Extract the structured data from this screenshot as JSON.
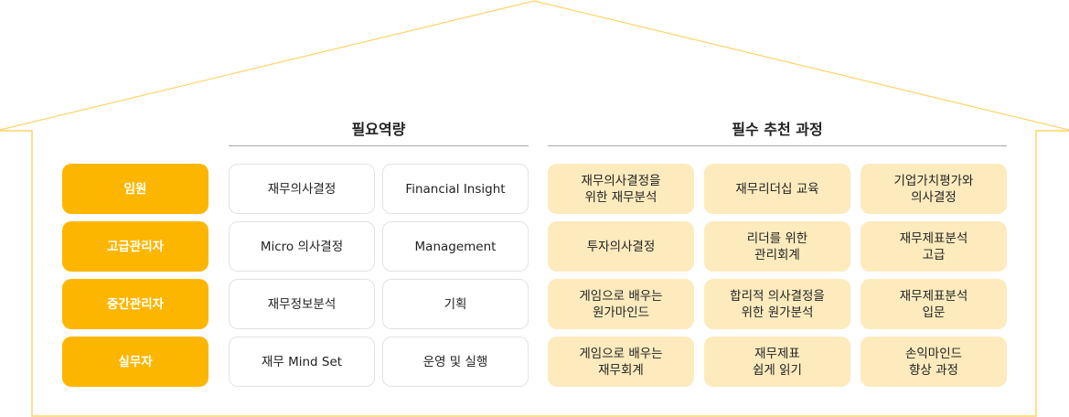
{
  "headers": {
    "competency": "필요역량",
    "courses": "필수 추천 과정"
  },
  "levels": [
    "임원",
    "고급관리자",
    "중간관리자",
    "실무자"
  ],
  "competencies": [
    [
      "재무의사결정",
      "Financial Insight"
    ],
    [
      "Micro 의사결정",
      "Management"
    ],
    [
      "재무정보분석",
      "기획"
    ],
    [
      "재무 Mind Set",
      "운영 및 실행"
    ]
  ],
  "courses": [
    [
      "재무의사결정을\n위한 재무분석",
      "재무리더십 교육",
      "기업가치평가와\n의사결정"
    ],
    [
      "투자의사결정",
      "리더를 위한\n관리회계",
      "재무제표분석\n고급"
    ],
    [
      "게임으로 배우는\n원가마인드",
      "합리적  의사결정을\n위한 원가분석",
      "재무제표분석\n입문"
    ],
    [
      "게임으로 배우는\n재무회계",
      "재무제표\n쉽게 읽기",
      "손익마인드\n향상 과정"
    ]
  ],
  "colors": {
    "outline": "#fdd36a",
    "level": "#fdb600",
    "course": "#fdebbe"
  }
}
